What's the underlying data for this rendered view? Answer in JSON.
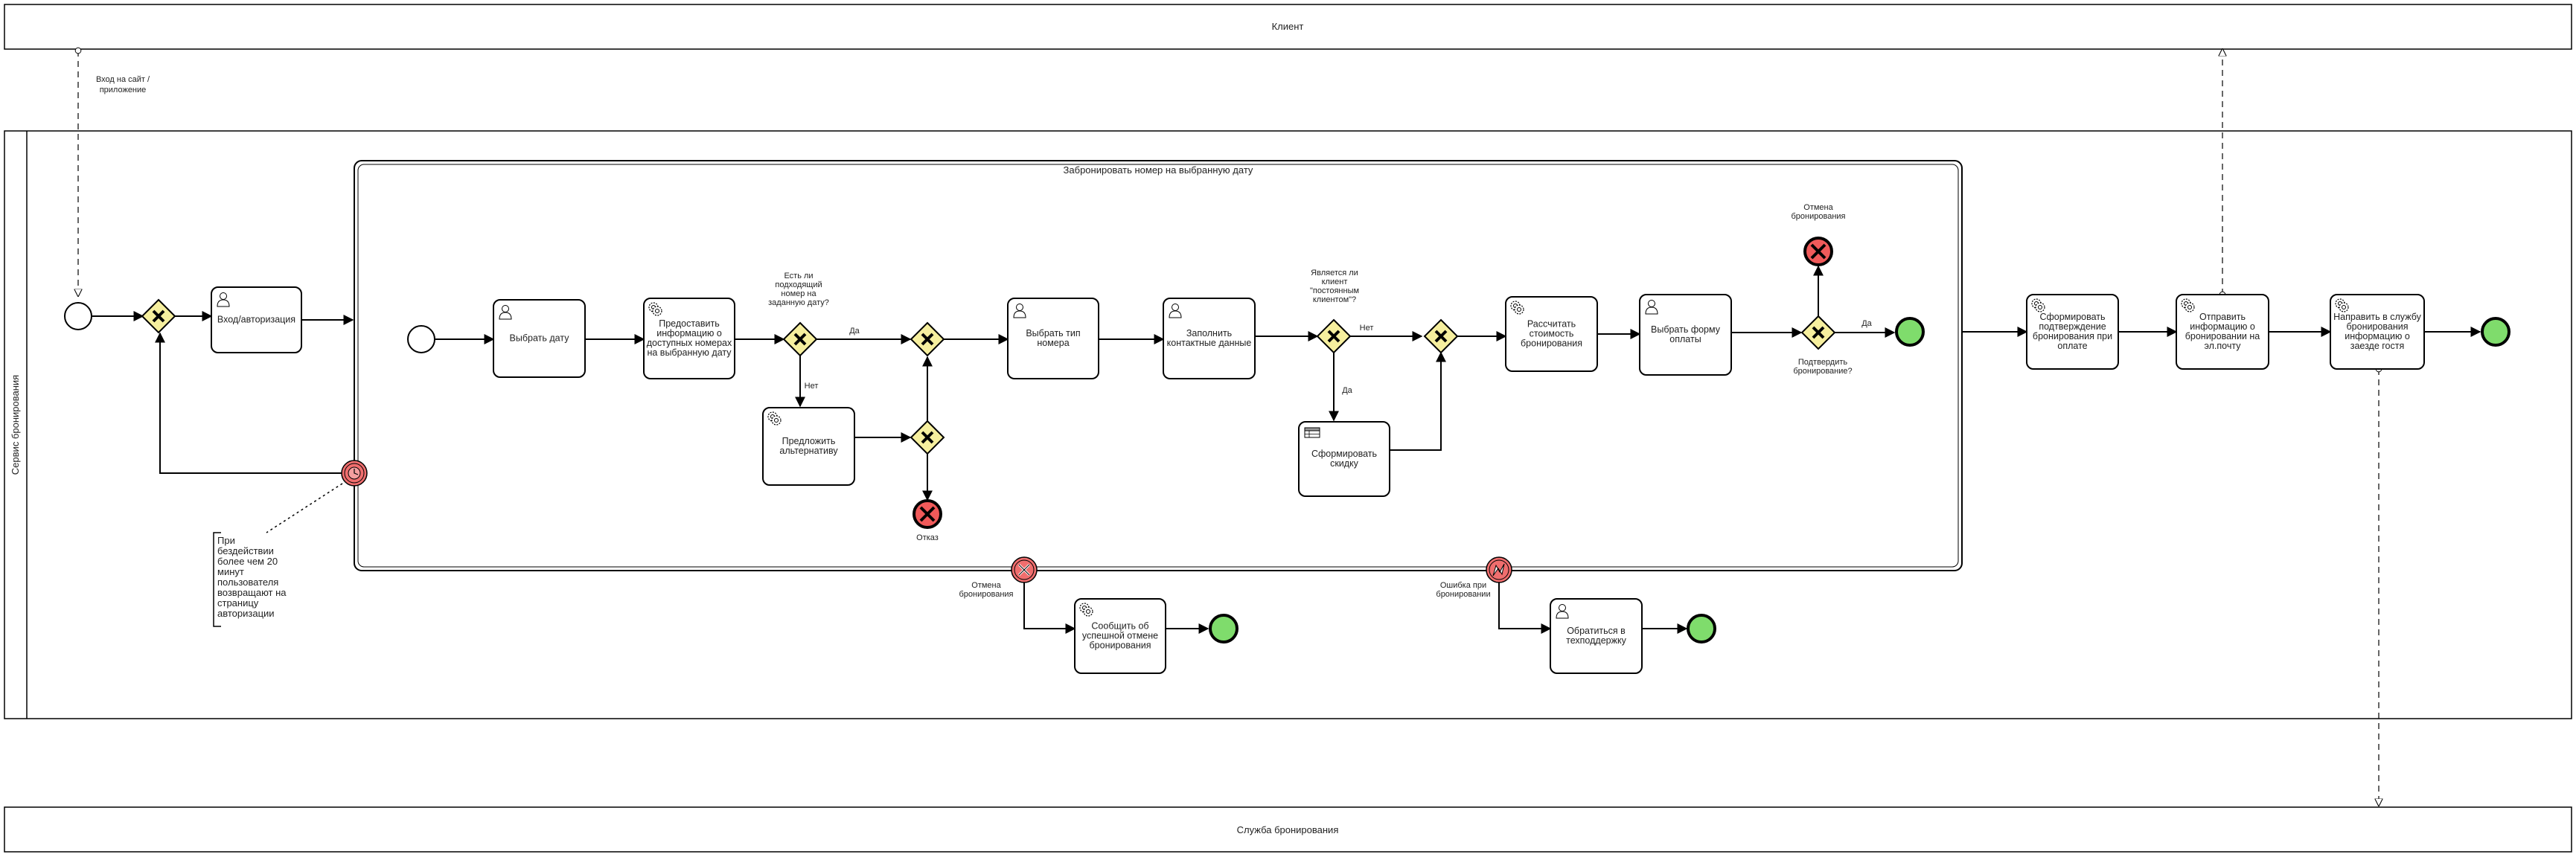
{
  "pools": {
    "client": "Клиент",
    "service": "Сервис бронирования",
    "desk": "Служба бронирования"
  },
  "subprocess": {
    "title": "Забронировать номер на выбранную дату"
  },
  "tasks": [
    {
      "id": "login",
      "type": "user",
      "lines": [
        "Вход/авторизация"
      ]
    },
    {
      "id": "select-date",
      "type": "user",
      "lines": [
        "Выбрать дату"
      ]
    },
    {
      "id": "provide-info",
      "type": "service",
      "lines": [
        "Предоставить",
        "информацию о",
        "доступных номерах",
        "на выбранную дату"
      ]
    },
    {
      "id": "offer-alternative",
      "type": "service",
      "lines": [
        "Предложить",
        "альтернативу"
      ]
    },
    {
      "id": "select-room-type",
      "type": "user",
      "lines": [
        "Выбрать тип",
        "номера"
      ]
    },
    {
      "id": "fill-contacts",
      "type": "user",
      "lines": [
        "Заполнить",
        "контактные данные"
      ]
    },
    {
      "id": "make-discount",
      "type": "business-rule",
      "lines": [
        "Сформировать",
        "скидку"
      ]
    },
    {
      "id": "calc-cost",
      "type": "service",
      "lines": [
        "Рассчитать",
        "стоимость",
        "бронирования"
      ]
    },
    {
      "id": "select-payment",
      "type": "user",
      "lines": [
        "Выбрать форму",
        "оплаты"
      ]
    },
    {
      "id": "make-confirmation",
      "type": "service",
      "lines": [
        "Сформировать",
        "подтверждение",
        "бронирования при",
        "оплате"
      ]
    },
    {
      "id": "send-email",
      "type": "service",
      "lines": [
        "Отправить",
        "информацию о",
        "бронировании на",
        "эл.почту"
      ]
    },
    {
      "id": "forward-desk",
      "type": "service",
      "lines": [
        "Направить в службу",
        "бронирования",
        "информацию о",
        "заезде гостя"
      ]
    },
    {
      "id": "report-cancel",
      "type": "service",
      "lines": [
        "Сообщить об",
        "успешной отмене",
        "бронирования"
      ]
    },
    {
      "id": "contact-support",
      "type": "user",
      "lines": [
        "Обратиться в",
        "техподдержку"
      ]
    }
  ],
  "gateways": [
    {
      "id": "gw-login"
    },
    {
      "id": "gw-room-available"
    },
    {
      "id": "gw-merge-alternative"
    },
    {
      "id": "gw-alternative"
    },
    {
      "id": "gw-regular-client"
    },
    {
      "id": "gw-merge-discount"
    },
    {
      "id": "gw-confirm"
    }
  ],
  "labels": {
    "login1": "Вход на сайт /",
    "login2": "приложение",
    "yes": "Да",
    "no": "Нет",
    "refuse": "Отказ",
    "q1": [
      "Есть ли",
      "подходящий",
      "номер на",
      "заданную дату?"
    ],
    "q2": [
      "Является ли",
      "клиент",
      "\"постоянным",
      "клиентом\"?"
    ],
    "cancelBooking": [
      "Отмена",
      "бронирования"
    ],
    "confirmQ": [
      "Подтвердить",
      "бронирование?"
    ],
    "errorBooking": [
      "Ошибка при",
      "бронировании"
    ]
  },
  "annotation": [
    "При",
    "бездействии",
    "более чем 20",
    "минут",
    "пользователя",
    "возвращают на",
    "страницу",
    "авторизации"
  ],
  "colors": {
    "gateway_fill": "#f6ef9e",
    "end_event_fill": "#7fdc6c",
    "error_event_fill": "#f05a5a",
    "stroke": "#000000"
  }
}
